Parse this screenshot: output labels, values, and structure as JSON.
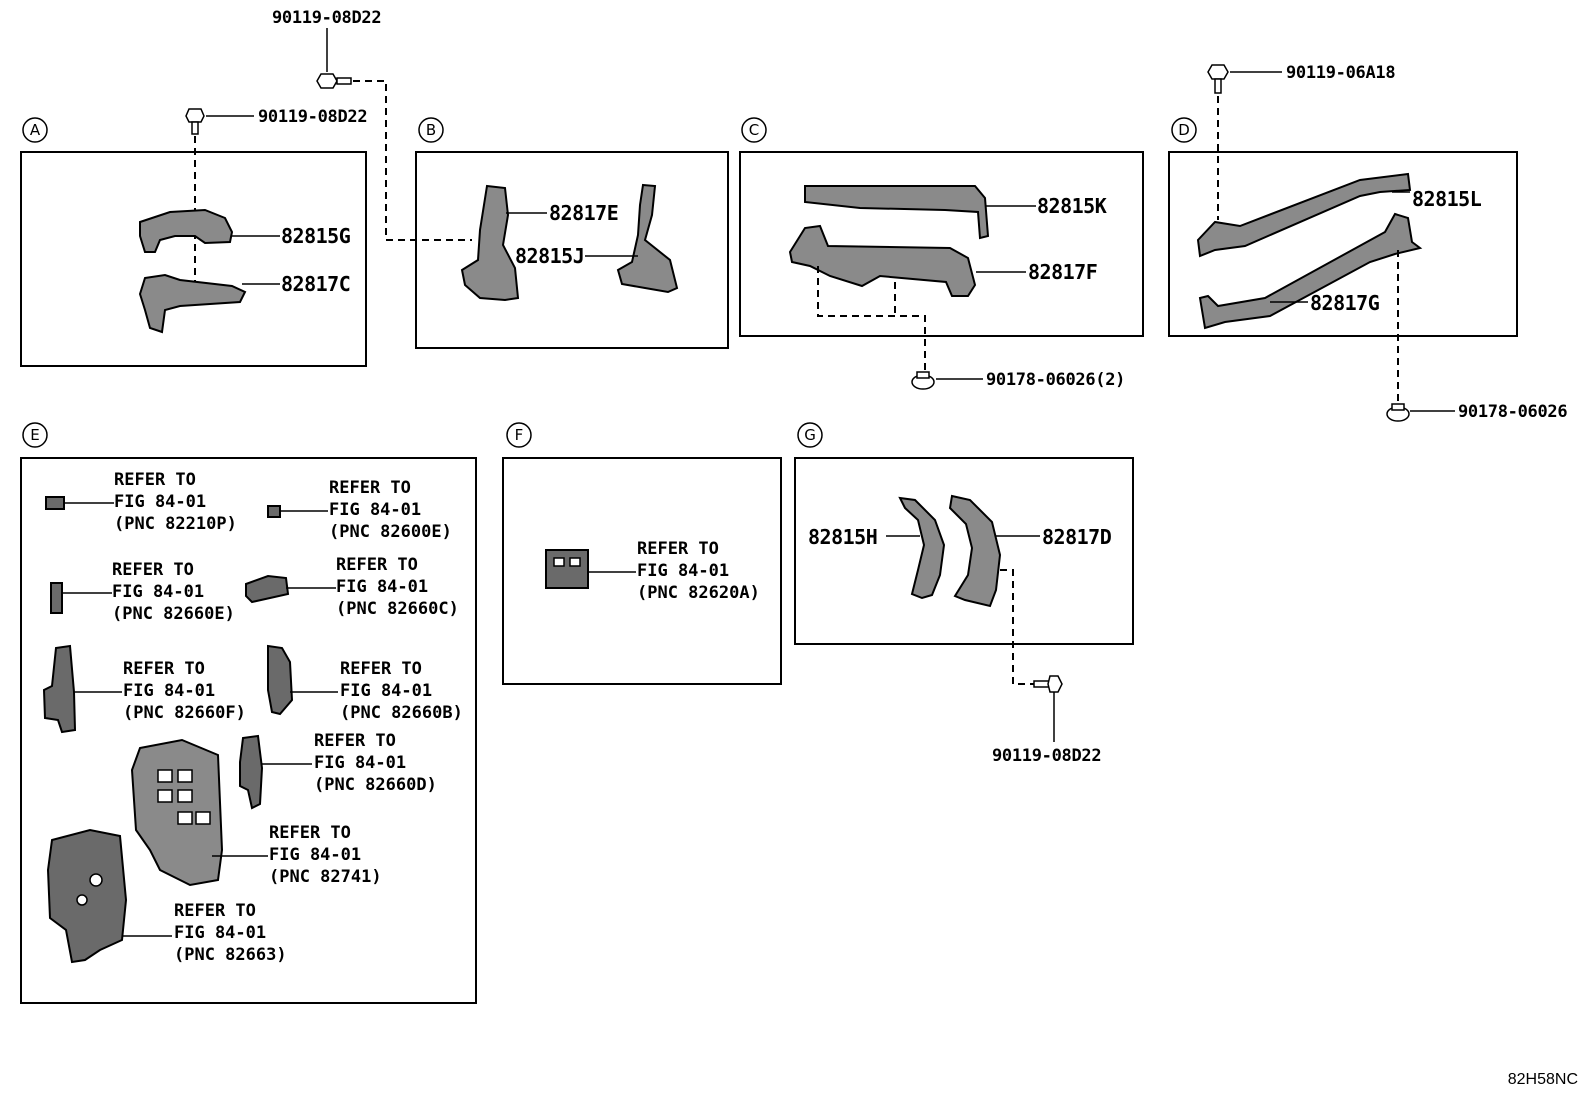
{
  "diagram_code": "82H58NC",
  "sections": {
    "A": {
      "letter": "A",
      "parts": [
        "82815G",
        "82817C"
      ],
      "bolt": "90119-08D22"
    },
    "B": {
      "letter": "B",
      "parts": [
        "82817E",
        "82815J"
      ]
    },
    "C": {
      "letter": "C",
      "parts": [
        "82815K",
        "82817F"
      ],
      "clip": "90178-06026(2)"
    },
    "D": {
      "letter": "D",
      "parts": [
        "82815L",
        "82817G"
      ],
      "bolt": "90119-06A18",
      "clip": "90178-06026"
    },
    "E": {
      "letter": "E",
      "refs": [
        {
          "l1": "REFER TO",
          "l2": "FIG 84-01",
          "l3": "(PNC 82210P)"
        },
        {
          "l1": "REFER TO",
          "l2": "FIG 84-01",
          "l3": "(PNC 82600E)"
        },
        {
          "l1": "REFER TO",
          "l2": "FIG 84-01",
          "l3": "(PNC 82660E)"
        },
        {
          "l1": "REFER TO",
          "l2": "FIG 84-01",
          "l3": "(PNC 82660C)"
        },
        {
          "l1": "REFER TO",
          "l2": "FIG 84-01",
          "l3": "(PNC 82660F)"
        },
        {
          "l1": "REFER TO",
          "l2": "FIG 84-01",
          "l3": "(PNC 82660B)"
        },
        {
          "l1": "REFER TO",
          "l2": "FIG 84-01",
          "l3": "(PNC 82660D)"
        },
        {
          "l1": "REFER TO",
          "l2": "FIG 84-01",
          "l3": "(PNC 82741)"
        },
        {
          "l1": "REFER TO",
          "l2": "FIG 84-01",
          "l3": "(PNC 82663)"
        }
      ]
    },
    "F": {
      "letter": "F",
      "ref": {
        "l1": "REFER TO",
        "l2": "FIG 84-01",
        "l3": "(PNC 82620A)"
      }
    },
    "G": {
      "letter": "G",
      "parts": [
        "82815H",
        "82817D"
      ],
      "bolt": "90119-08D22"
    }
  },
  "top_bolt": "90119-08D22"
}
